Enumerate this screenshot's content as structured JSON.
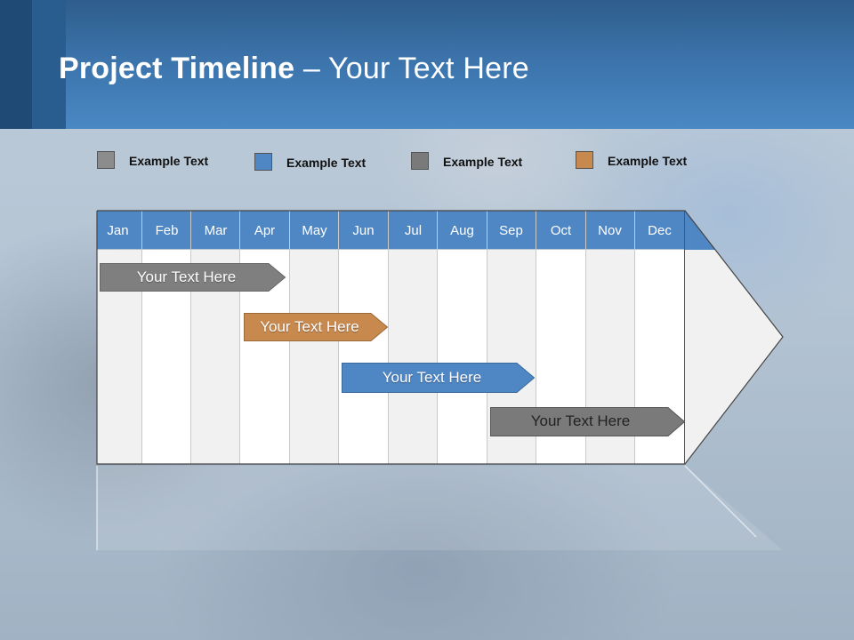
{
  "slide": {
    "title_bold": "Project Timeline",
    "title_rest": " – Your Text Here"
  },
  "legend": [
    {
      "label": "Example Text",
      "color": "#8c8c8c"
    },
    {
      "label": "Example Text",
      "color": "#4f86c4"
    },
    {
      "label": "Example Text",
      "color": "#7a7a7a"
    },
    {
      "label": "Example Text",
      "color": "#c8894f"
    }
  ],
  "months": [
    "Jan",
    "Feb",
    "Mar",
    "Apr",
    "May",
    "Jun",
    "Jul",
    "Aug",
    "Sep",
    "Oct",
    "Nov",
    "Dec"
  ],
  "tasks": [
    {
      "label": "Your  Text Here",
      "color": "#7f7f7f"
    },
    {
      "label": "Your  Text Here",
      "color": "#c8894f"
    },
    {
      "label": "Your  Text Here",
      "color": "#4f86c4"
    },
    {
      "label": "Your  Text Here",
      "color": "#7a7a7a"
    }
  ],
  "colors": {
    "header_blue": "#4a88c4",
    "month_header": "#4f86c4"
  }
}
